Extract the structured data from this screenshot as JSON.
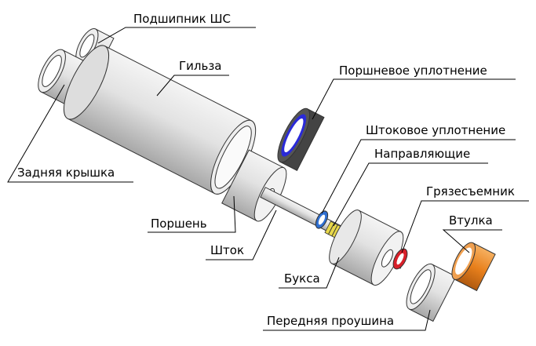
{
  "title": "Гидроцилиндр в разобранном виде",
  "labels": {
    "bearing": "Подшипник ШС",
    "sleeve": "Гильза",
    "piston_seal": "Поршневое уплотнение",
    "rod_seal": "Штоковое уплотнение",
    "guides": "Направляющие",
    "wiper": "Грязесъемник",
    "bushing": "Втулка",
    "rear_cap": "Задняя крышка",
    "piston": "Поршень",
    "rod": "Шток",
    "gland": "Букса",
    "front_eye": "Передняя проушина"
  },
  "colors": {
    "metal": "#d8d8d8",
    "piston_seal": "#2a2ad8",
    "rod_seal": "#2f6fd0",
    "guides": "#e8d84a",
    "wiper": "#d8202a",
    "bushing": "#e8801c"
  }
}
